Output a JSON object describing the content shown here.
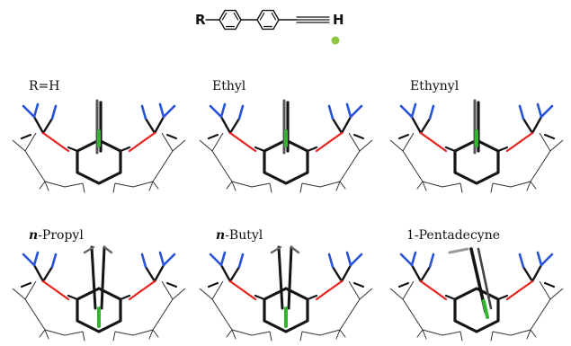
{
  "colors": {
    "bond": "#151515",
    "oxygen": "#e8231f",
    "nitrogen": "#2a52d8",
    "chlorine": "#34b532",
    "dot": "#8ec63f",
    "wire": "#333333"
  },
  "formula": {
    "r_label": "R",
    "h_label": "H"
  },
  "panels": [
    {
      "label_prefix": "",
      "label_text": "R=H",
      "guest_shape": "slim"
    },
    {
      "label_prefix": "",
      "label_text": "Ethyl",
      "guest_shape": "slim"
    },
    {
      "label_prefix": "",
      "label_text": "Ethynyl",
      "guest_shape": "slim"
    },
    {
      "label_prefix": "n",
      "label_text": "-Propyl",
      "guest_shape": "wide"
    },
    {
      "label_prefix": "n",
      "label_text": "-Butyl",
      "guest_shape": "wide"
    },
    {
      "label_prefix": "",
      "label_text": "1-Pentadecyne",
      "guest_shape": "tilted"
    }
  ]
}
